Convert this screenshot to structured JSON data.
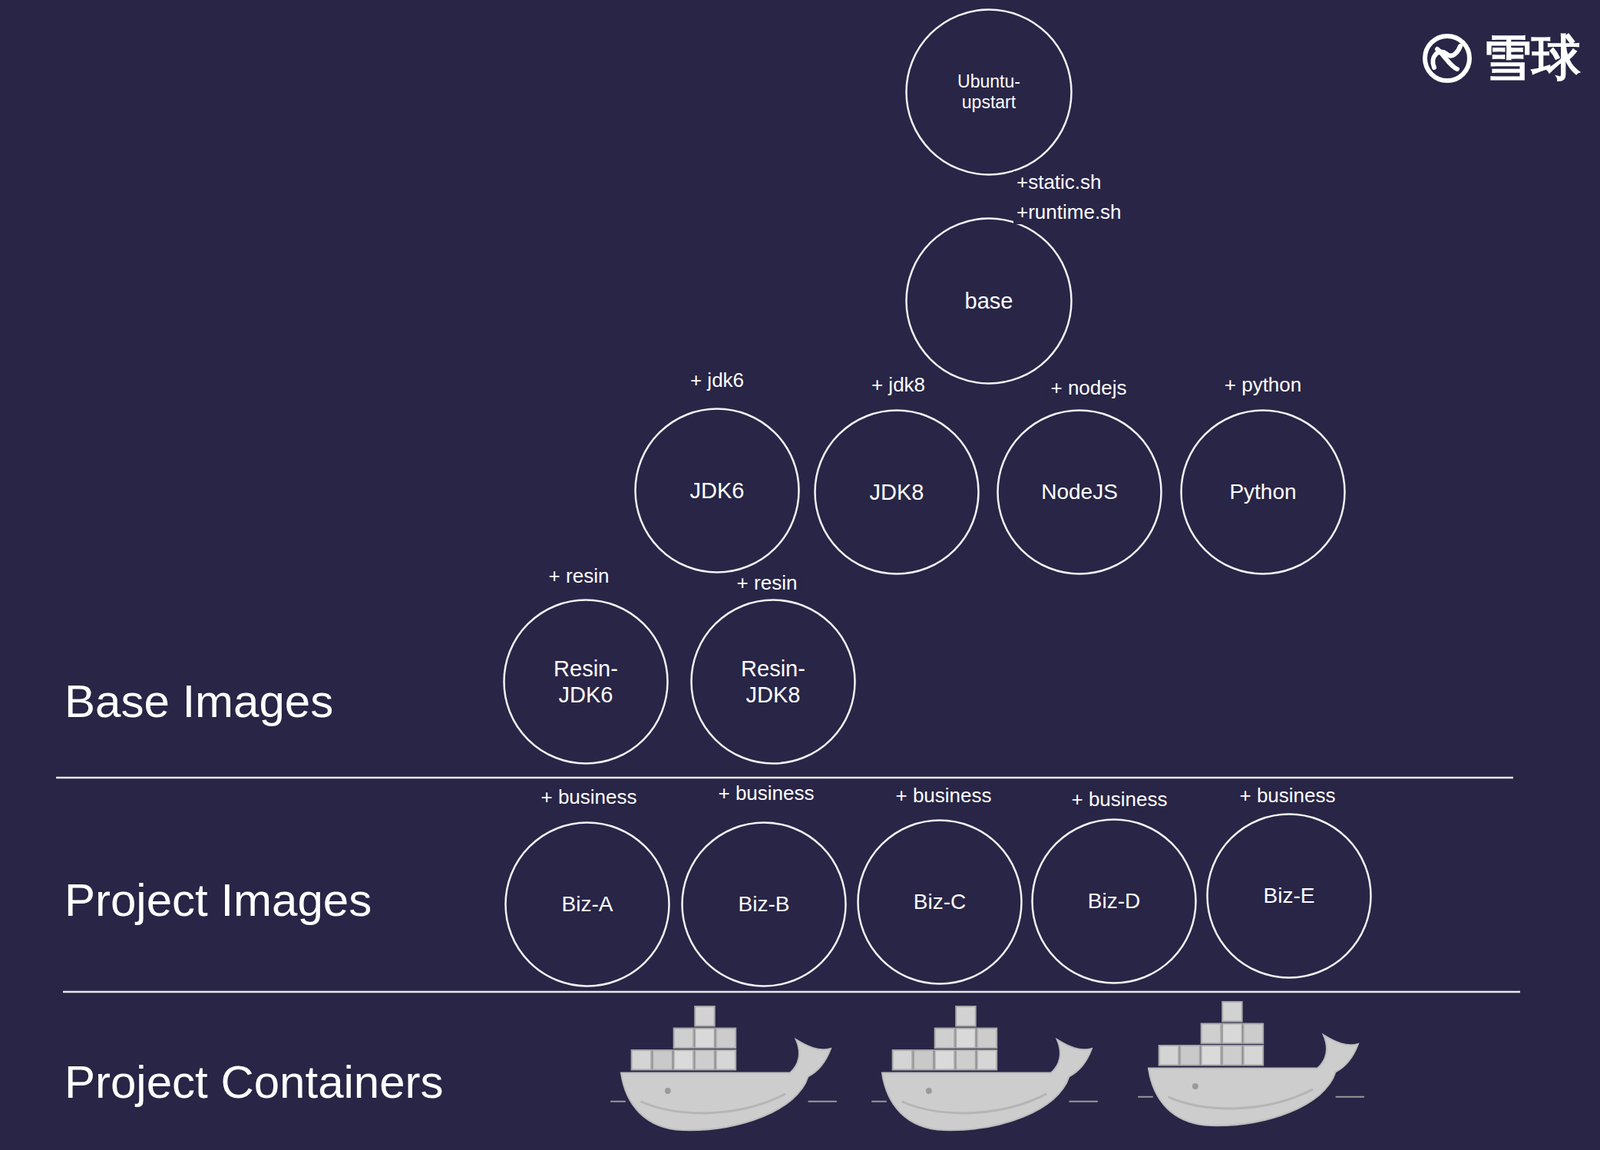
{
  "diagram": {
    "nodes": [
      {
        "text": [
          "Ubuntu- upstart"
        ]
      },
      {
        "text": [
          "base"
        ]
      },
      {
        "text": [
          "JDK6"
        ]
      },
      {
        "text": [
          "JDK8"
        ]
      },
      {
        "text": [
          "NodeJS"
        ]
      },
      {
        "text": [
          "Python"
        ]
      },
      {
        "text": [
          "Resin- JDK6"
        ]
      },
      {
        "text": [
          "Resin- JDK8"
        ]
      },
      {
        "text": [
          "Biz-A"
        ]
      },
      {
        "text": [
          "Biz-B"
        ]
      },
      {
        "text": [
          "Biz-C"
        ]
      },
      {
        "text": [
          "Biz-D"
        ]
      },
      {
        "text": [
          "Biz-E"
        ]
      }
    ],
    "labels": [
      "雪球",
      "+static.sh",
      "+runtime.sh",
      "+ jdk6",
      "+ jdk8",
      "+ nodejs",
      "+ python",
      "+ resin",
      "+ resin",
      "Base Images",
      "+ business",
      "+ business",
      "+ business",
      "+ business",
      "+ business",
      "Project Images",
      "Project Containers"
    ]
  }
}
